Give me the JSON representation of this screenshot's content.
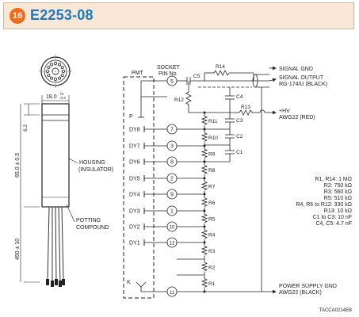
{
  "header": {
    "badge": "16",
    "title": "E2253-08"
  },
  "mech": {
    "diameter": "18.0",
    "tol_upper": "+0",
    "tol_lower": "-0.3",
    "dim_top": "6.2",
    "dim_body": "65.0 ± 0.5",
    "dim_lead": "450 ± 10",
    "housing": [
      "HOUSING",
      "(INSULATOR)"
    ],
    "potting": [
      "POTTING",
      "COMPOUND"
    ]
  },
  "circuit": {
    "pmt": "PMT",
    "socket": [
      "SOCKET",
      "PIN No."
    ],
    "p": "P",
    "k": "K",
    "dynodes": [
      {
        "name": "DY8",
        "pin": "7"
      },
      {
        "name": "DY7",
        "pin": "3"
      },
      {
        "name": "DY6",
        "pin": "8"
      },
      {
        "name": "DY5",
        "pin": "2"
      },
      {
        "name": "DY4",
        "pin": "9"
      },
      {
        "name": "DY3",
        "pin": "1"
      },
      {
        "name": "DY2",
        "pin": "10"
      },
      {
        "name": "DY1",
        "pin": "12"
      }
    ],
    "anode_pin": "5",
    "cathode_pin": "11",
    "divider": [
      "R11",
      "R10",
      "R9",
      "R8",
      "R7",
      "R6",
      "R5",
      "R4",
      "R3",
      "R2",
      "R1"
    ],
    "caps": {
      "c1": "C1",
      "c2": "C2",
      "c3": "C3",
      "c4": "C4",
      "c5": "C5"
    },
    "r12": "R12",
    "r13": "R13",
    "r14": "R14",
    "signal_gnd": "SIGNAL GND",
    "signal_out": [
      "SIGNAL OUTPUT",
      "RG-174/U (BLACK)"
    ],
    "hv": [
      "+HV",
      "AWG22 (RED)"
    ],
    "power_gnd": [
      "POWER SUPPLY GND",
      "AWG22 (BLACK)"
    ]
  },
  "values": [
    "R1, R14: 1 MΩ",
    "R2: 750 kΩ",
    "R3: 560 kΩ",
    "R5: 510 kΩ",
    "R4, R6 to R12: 330 kΩ",
    "R13: 10 kΩ",
    "C1 to C3: 10 nF",
    "C4, C5: 4.7 nF"
  ],
  "code": "TACCA0214EB"
}
